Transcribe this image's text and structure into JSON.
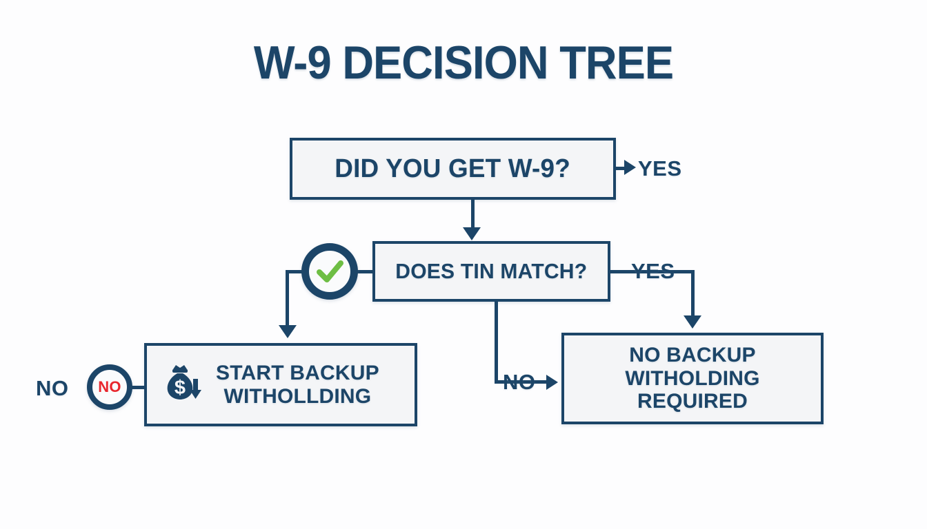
{
  "page": {
    "title": "W-9 DECISION TREE",
    "background_color": "#fdfdfe",
    "accent_color": "#1c4568",
    "success_color": "#6ebe44",
    "danger_color": "#e8262d",
    "node_fill_color": "#f4f5f7"
  },
  "nodes": [
    {
      "id": "get-w9",
      "label": "DID YOU GET W-9?",
      "type": "decision"
    },
    {
      "id": "tin-match",
      "label": "DOES TIN MATCH?",
      "type": "decision"
    },
    {
      "id": "start-backup",
      "label": "START BACKUP\nWITHOLLDING",
      "type": "outcome",
      "icon": "money-bag-down-arrow-icon"
    },
    {
      "id": "no-backup",
      "label": "NO BACKUP\nWITHOLDING\nREQUIRED",
      "type": "outcome"
    }
  ],
  "edges": [
    {
      "id": "w9-yes",
      "label": "YES",
      "from": "get-w9",
      "to": null,
      "color": "#1c4568"
    },
    {
      "id": "w9-to-tin",
      "label": "",
      "from": "get-w9",
      "to": "tin-match",
      "color": "#1c4568"
    },
    {
      "id": "tin-yes",
      "label": "YES",
      "from": "tin-match",
      "to": "no-backup",
      "color": "#1c4568"
    },
    {
      "id": "tin-no",
      "label": "NO",
      "from": "tin-match",
      "to": "no-backup",
      "color": "#1c4568"
    },
    {
      "id": "check-to-start",
      "label": "",
      "from": "tin-match",
      "to": "start-backup",
      "color": "#1c4568"
    },
    {
      "id": "no-to-start",
      "label": "NO",
      "from": null,
      "to": "start-backup",
      "color": "#1c4568"
    }
  ],
  "badges": [
    {
      "id": "yes-check",
      "icon": "green-check-icon",
      "text": "",
      "ring_color": "#1c4568",
      "mark_color": "#6ebe44"
    },
    {
      "id": "no",
      "icon": "no-badge-icon",
      "text": "NO",
      "ring_color": "#1c4568",
      "mark_color": "#e8262d"
    }
  ],
  "labels": {
    "yes_w9": "YES",
    "yes_tin": "YES",
    "no_tin": "NO",
    "no_left": "NO",
    "no_badge": "NO"
  }
}
